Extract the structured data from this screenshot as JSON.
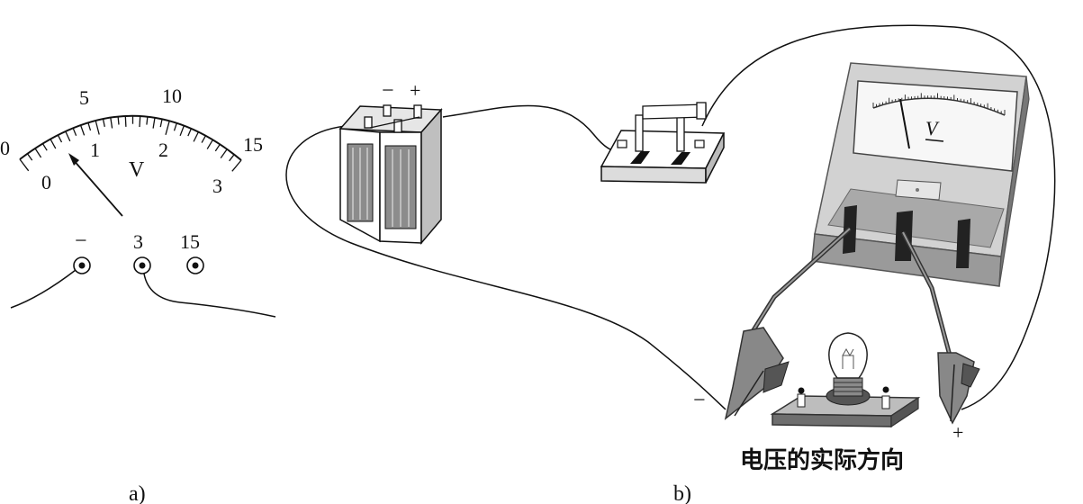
{
  "panel_a": {
    "caption": "a)",
    "scale_outer": [
      "0",
      "5",
      "10",
      "15"
    ],
    "scale_inner": [
      "0",
      "1",
      "2",
      "3"
    ],
    "unit": "V",
    "terminals": [
      "−",
      "3",
      "15"
    ]
  },
  "panel_b": {
    "caption": "b)",
    "battery_terminals": [
      "−",
      "+"
    ],
    "meter_symbol": "V",
    "probe_minus": "−",
    "probe_plus": "+",
    "voltage_direction": "电压的实际方向"
  }
}
